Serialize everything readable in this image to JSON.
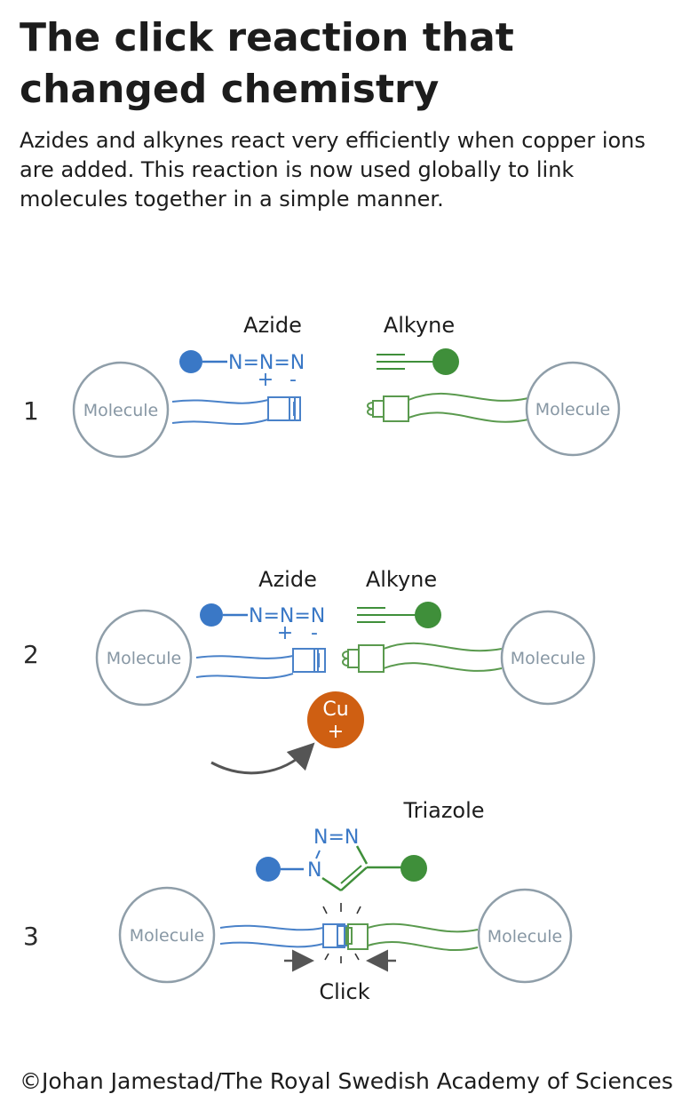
{
  "title": "The click reaction that changed chemistry",
  "subtitle": "Azides and alkynes react very efficiently when copper ions are added. This reaction is now used globally to link molecules together in a simple manner.",
  "credit": "©Johan Jamestad/The Royal Swedish Academy of Sciences",
  "colors": {
    "azide": "#3a78c6",
    "azide_line": "#4a82c9",
    "alkyne": "#3f8f3a",
    "alkyne_line": "#5a9a4e",
    "molecule_outline": "#8f9ea9",
    "copper": "#cf5f12",
    "arrow": "#555555"
  },
  "steps": {
    "s1": {
      "number": "1",
      "molecule_left": "Molecule",
      "molecule_right": "Molecule",
      "azide_label": "Azide",
      "alkyne_label": "Alkyne",
      "azide_formula": "N=N=N",
      "charge_plus": "+",
      "charge_minus": "-"
    },
    "s2": {
      "number": "2",
      "molecule_left": "Molecule",
      "molecule_right": "Molecule",
      "azide_label": "Azide",
      "alkyne_label": "Alkyne",
      "azide_formula": "N=N=N",
      "charge_plus": "+",
      "charge_minus": "-",
      "copper_symbol": "Cu",
      "copper_charge": "+"
    },
    "s3": {
      "number": "3",
      "molecule_left": "Molecule",
      "molecule_right": "Molecule",
      "triazole_label": "Triazole",
      "ring_n_top": "N=N",
      "ring_n_left": "N",
      "click_label": "Click"
    }
  }
}
